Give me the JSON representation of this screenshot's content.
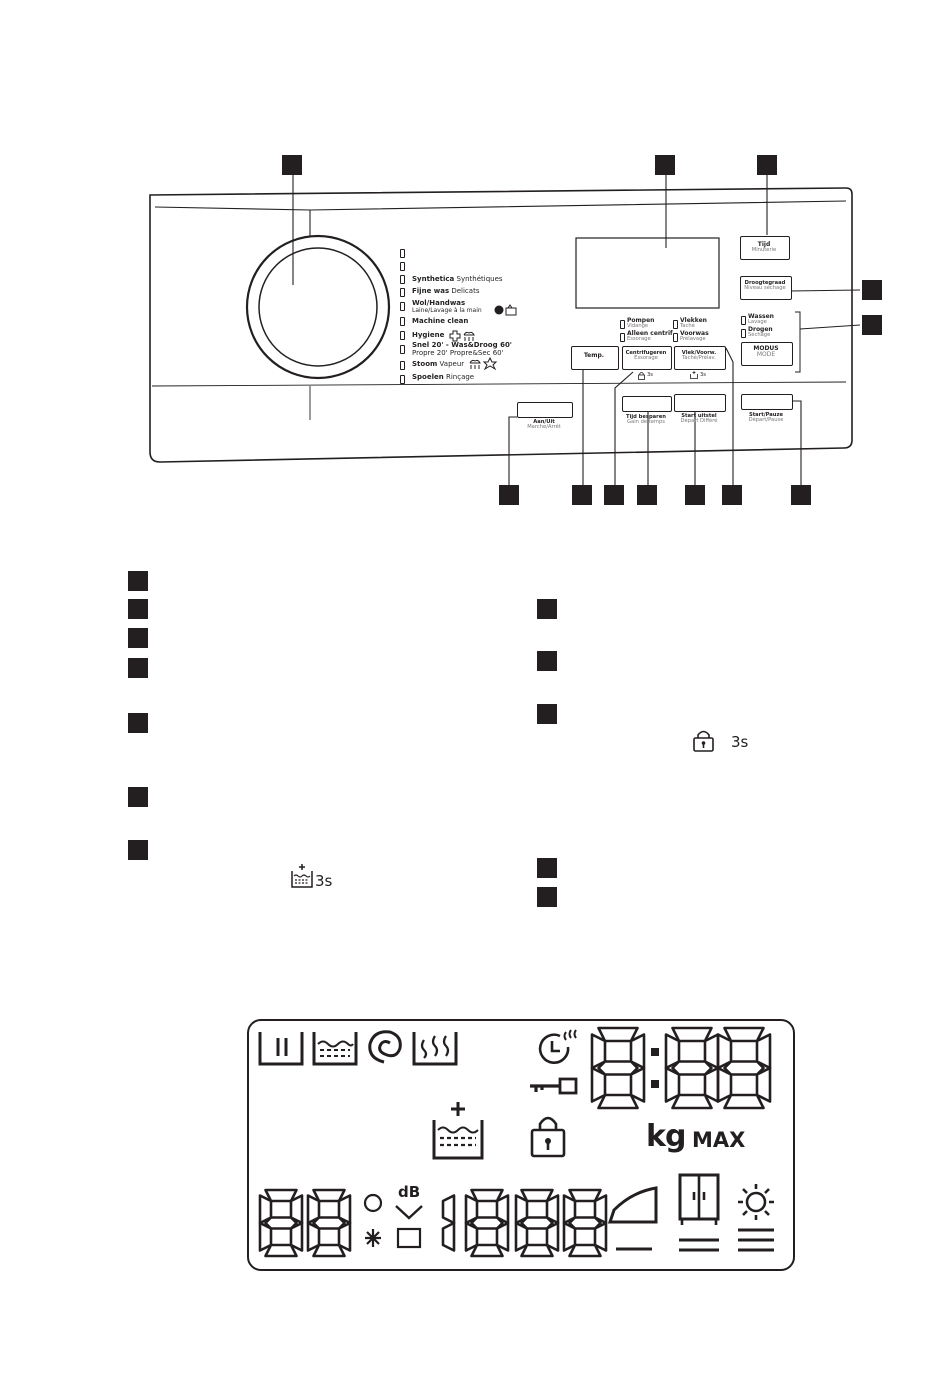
{
  "panel": {
    "programs": [
      {
        "nl": "",
        "fr": ""
      },
      {
        "nl": "",
        "fr": ""
      },
      {
        "nl": "Synthetica",
        "fr": "Synthétiques"
      },
      {
        "nl": "Fijne was",
        "fr": "Delicats"
      },
      {
        "nl": "Wol/Handwas",
        "fr": "Laine/Lavage à la main"
      },
      {
        "nl": "Machine clean",
        "fr": ""
      },
      {
        "nl": "Hygiene",
        "fr": ""
      },
      {
        "nl": "Snel 20' - Was&Droog 60'",
        "fr": "Propre 20' Propre&Sec 60'"
      },
      {
        "nl": "Stoom",
        "fr": "Vapeur"
      },
      {
        "nl": "Spoelen",
        "fr": "Rinçage"
      }
    ],
    "option_leds": [
      {
        "nl": "Pompen",
        "fr": "Vidange"
      },
      {
        "nl": "Alleen centrif.",
        "fr": "Essorage"
      },
      {
        "nl": "Vlekken",
        "fr": "Taché"
      },
      {
        "nl": "Voorwas",
        "fr": "Prélavage"
      },
      {
        "nl": "Wassen",
        "fr": "Lavage"
      },
      {
        "nl": "Drogen",
        "fr": "Séchage"
      }
    ],
    "buttons": {
      "tijd": {
        "nl": "Tijd",
        "fr": "Minuterie"
      },
      "droog": {
        "nl": "Droogtegraad",
        "fr": "Niveau séchage"
      },
      "modus": {
        "nl": "MODUS",
        "fr": "MODE"
      },
      "temp": {
        "nl": "Temp."
      },
      "centrif": {
        "nl": "Centrifugeren",
        "fr": "Essorage",
        "hint": "3s"
      },
      "vlek": {
        "nl": "Vlek/Voorw.",
        "fr": "Taché/Prélav.",
        "hint": "3s"
      },
      "aanuit": {
        "nl": "Aan/Uit",
        "fr": "Marche/Arrêt"
      },
      "tijdbesp": {
        "nl": "Tijd besparen",
        "fr": "Gain de temps"
      },
      "startuitstel": {
        "nl": "Start uitstel",
        "fr": "Départ Différé"
      },
      "startpauze": {
        "nl": "Start/Pauze",
        "fr": "Départ/Pause"
      }
    }
  },
  "legend_hints": {
    "lock_hint": "3s",
    "rinse_hint": "3s"
  },
  "display": {
    "time_digits": "8:88",
    "kg_label": "kg",
    "max_label": "MAX",
    "db_label": "dB",
    "temp_digits": "88",
    "spin_digits": "1888"
  }
}
